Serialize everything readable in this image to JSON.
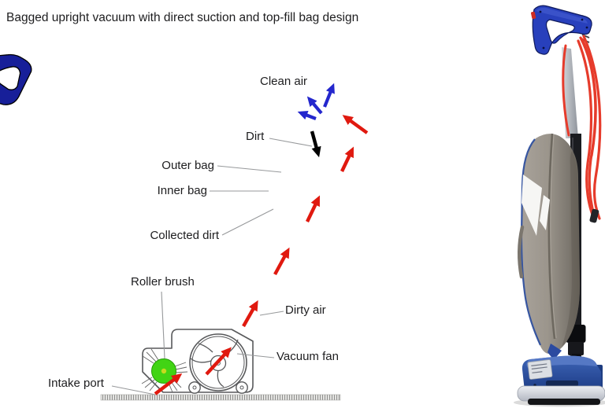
{
  "title": "Bagged upright vacuum with direct suction and top-fill bag design",
  "diagram": {
    "labels": {
      "clean_air": "Clean air",
      "dirt": "Dirt",
      "outer_bag": "Outer bag",
      "inner_bag": "Inner bag",
      "collected_dirt": "Collected dirt",
      "roller_brush": "Roller brush",
      "dirty_air": "Dirty air",
      "vacuum_fan": "Vacuum fan",
      "intake_port": "Intake port"
    },
    "arrows": {
      "dirty_air": {
        "color": "#e0190f",
        "count": 7
      },
      "clean_air": {
        "color": "#2427cd",
        "count": 3
      },
      "dirt": {
        "color": "#000000",
        "count": 1
      }
    },
    "colors": {
      "outline": "#58595b",
      "leader": "#97999b",
      "handle": "#171f99",
      "roller_brush": "#41d414",
      "roller_center": "#c6da1f"
    }
  },
  "photo": {
    "colors": {
      "handle": "#2840bc",
      "cord": "#e63b2b",
      "bag": "#9b958c",
      "base": "#2a50a8",
      "bumper": "#d4d7de",
      "tube": "#1b1c20"
    }
  }
}
